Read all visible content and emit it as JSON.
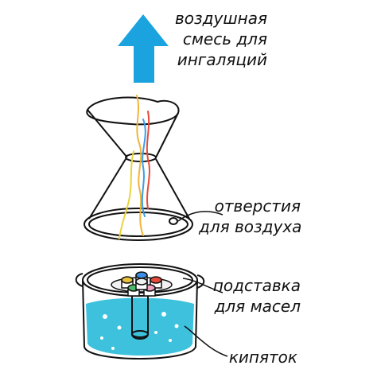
{
  "labels": {
    "air_mixture": [
      "воздушная",
      "смесь для",
      "ингаляций"
    ],
    "air_holes": [
      "отверстия",
      "для воздуха"
    ],
    "oil_stand": [
      "подставка",
      "для масел"
    ],
    "boiling_water": "кипяток"
  },
  "colors": {
    "arrow": "#1ba3e0",
    "water": "#3dc1dd",
    "outline": "#111111",
    "fumes": [
      "#f0b53a",
      "#e64a3c",
      "#3b9ee8",
      "#e8d43c"
    ],
    "oil_caps": [
      "#e8c23c",
      "#3b8ee8",
      "#e64a3c",
      "#4cba6a",
      "#f0a0c0",
      "#f0f0f0"
    ]
  },
  "icons": [
    "up-arrow",
    "funnel",
    "pot",
    "oil-bottles",
    "steam-fumes"
  ]
}
